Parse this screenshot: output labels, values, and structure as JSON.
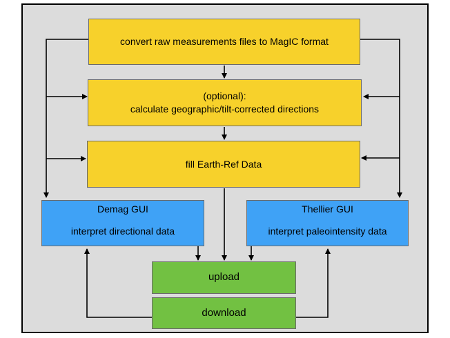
{
  "boxes": {
    "convert": "convert raw measurements files to MagIC format",
    "optional_title": "(optional):",
    "optional_sub": "calculate geographic/tilt-corrected directions",
    "fill": "fill Earth-Ref Data",
    "demag_title": "Demag GUI",
    "demag_sub": "interpret directional data",
    "thellier_title": "Thellier GUI",
    "thellier_sub": "interpret paleointensity data",
    "upload": "upload",
    "download": "download"
  },
  "colors": {
    "step_fill": "#f7d12b",
    "gui_fill": "#3fa2f6",
    "action_fill": "#72c142",
    "background": "#dcdcdc"
  }
}
